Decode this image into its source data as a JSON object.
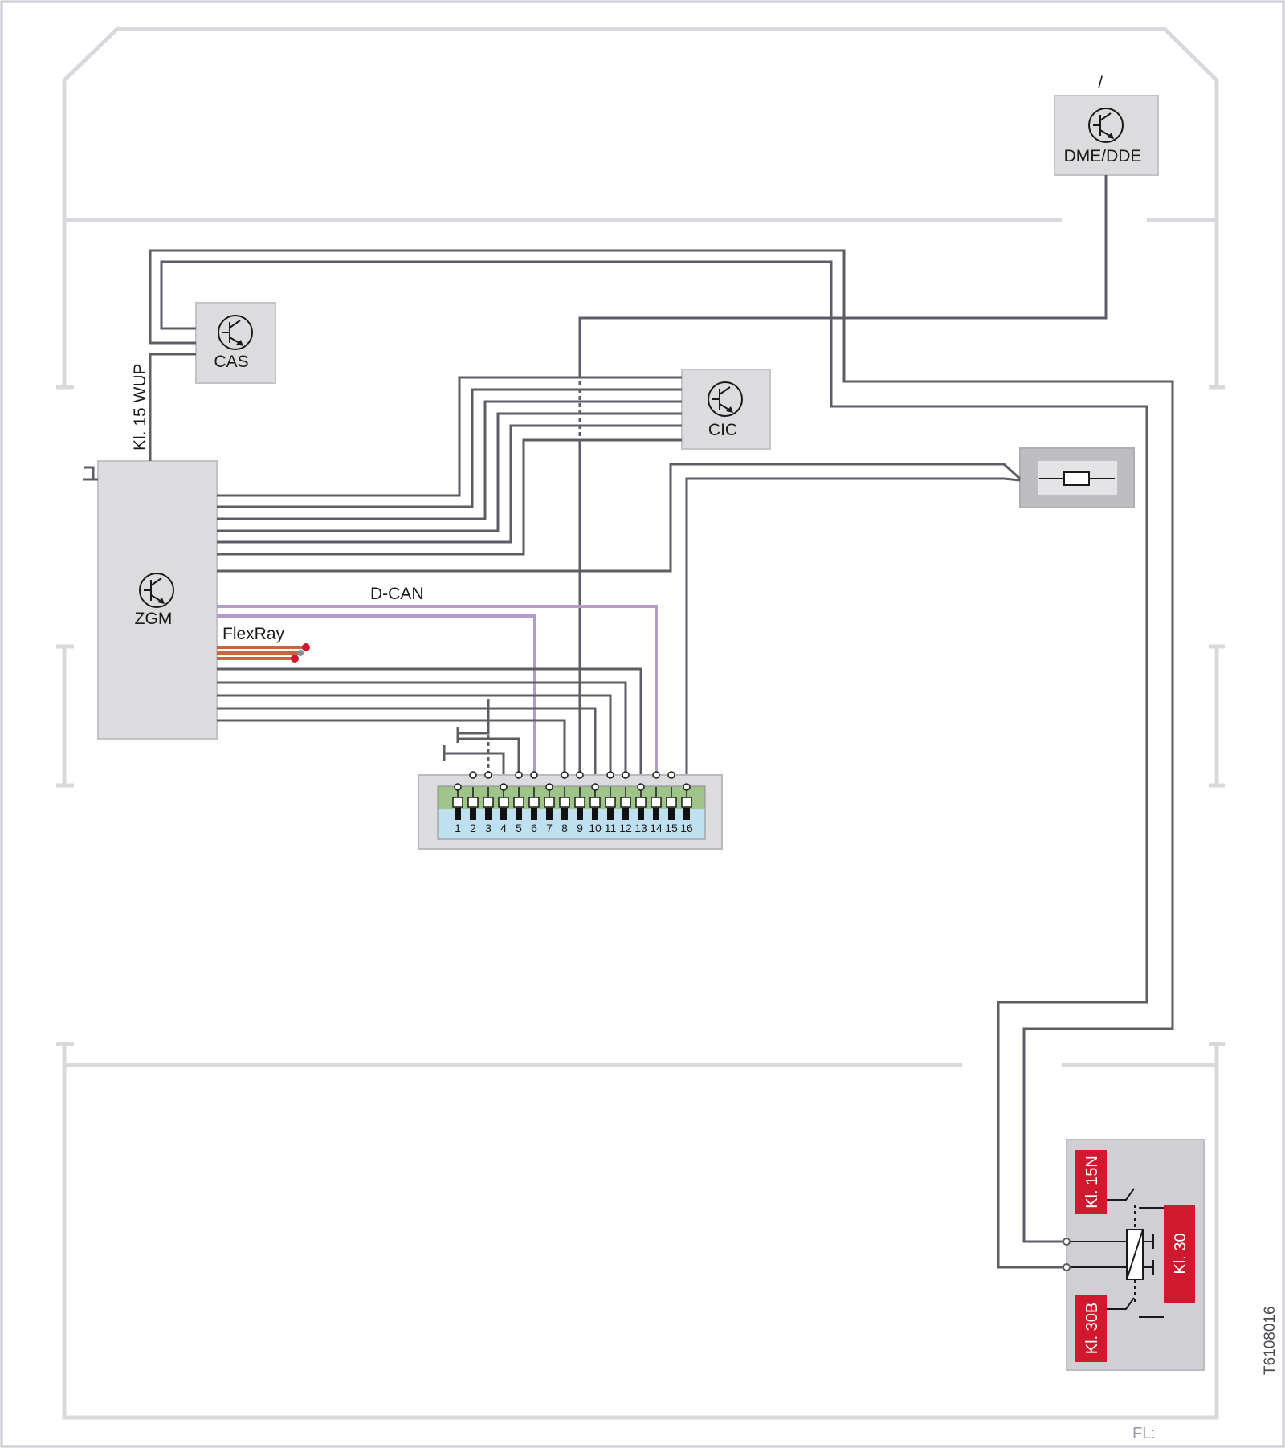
{
  "modules": {
    "dme": "DME/DDE",
    "dme_note": "/",
    "cas": "CAS",
    "cic": "CIC",
    "zgm": "ZGM"
  },
  "wires": {
    "kl15wup": "Kl. 15 WUP",
    "dcan": "D-CAN",
    "flexray": "FlexRay"
  },
  "connector": {
    "pins": [
      "1",
      "2",
      "3",
      "4",
      "5",
      "6",
      "7",
      "8",
      "9",
      "10",
      "11",
      "12",
      "13",
      "14",
      "15",
      "16"
    ]
  },
  "relay": {
    "kl15n": "Kl. 15N",
    "kl30": "Kl. 30",
    "kl30b": "Kl. 30B"
  },
  "footer": {
    "fl": "FL:",
    "code": "T6108016"
  },
  "colors": {
    "wire": "#5d5d66",
    "dcan": "#b39ccb",
    "flexray": "#c9653d",
    "terminal": "#d0192f",
    "connector_top": "#9ec48a",
    "connector_bottom": "#bfe0f0"
  }
}
